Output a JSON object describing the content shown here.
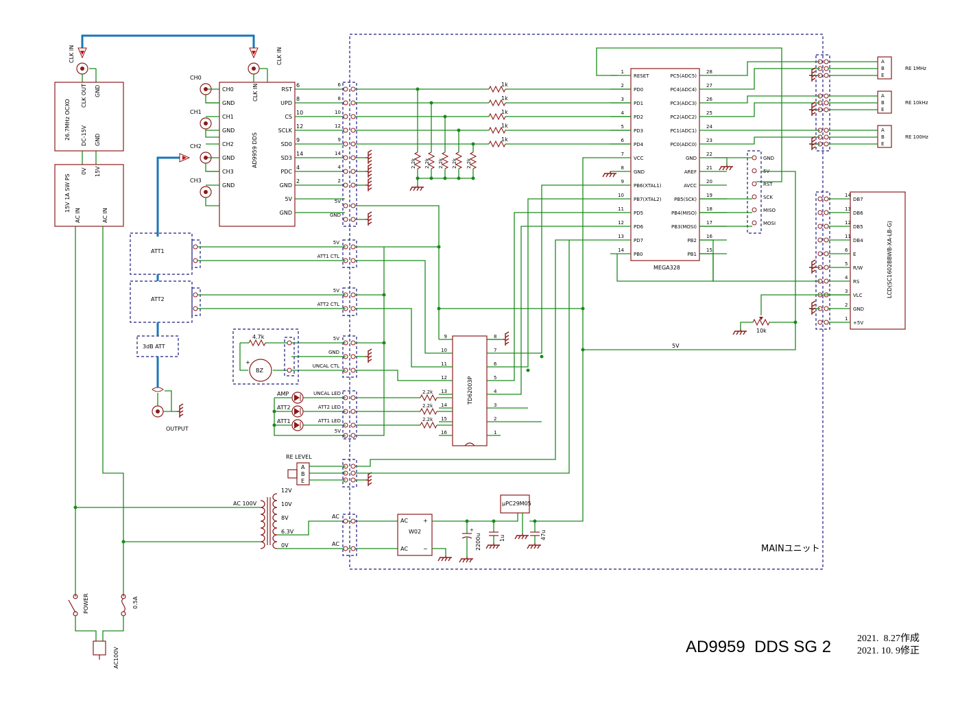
{
  "title": "AD9959  DDS SG 2",
  "date_created": "2021.  8.27作成",
  "date_revised": "2021. 10. 9修正",
  "main_unit_label": "MAINユニット",
  "colors": {
    "wire": "#1a8a1a",
    "coax": "#1976b8",
    "component": "#8b1a1a",
    "frame": "#1a1a80"
  },
  "ocxo": {
    "l1": "26.7MHz OCXO",
    "l2": "CLK OUT",
    "l3": "GND",
    "l4": "DC-15V",
    "l5": "GND",
    "clk_in": "CLK IN"
  },
  "ps": {
    "l1": "15V 1A SW PS",
    "l2": "0V",
    "l3": "15V",
    "l4": "AC IN",
    "l5": "AC IN"
  },
  "dds": {
    "name": "AD9959 DDS",
    "left": [
      "CH0",
      "GND",
      "CH1",
      "GND",
      "CH2",
      "GND",
      "CH3",
      "GND"
    ],
    "ch_labels": [
      "CH0",
      "CH1",
      "CH2",
      "CH3"
    ],
    "clk_in": "CLK IN",
    "right": [
      "RST",
      "UPD",
      "CS",
      "SCLK",
      "SD0",
      "SD3",
      "PDC",
      "GND",
      "5V",
      "GND"
    ],
    "right_pins": [
      "6",
      "8",
      "10",
      "12",
      "9",
      "14",
      "4",
      "2",
      "",
      ""
    ]
  },
  "conn1_labels": [
    "6",
    "8",
    "10",
    "12",
    "9",
    "14",
    "4",
    "2",
    "5V",
    "GND"
  ],
  "res_1k": [
    "1k",
    "1k",
    "1k",
    "1k",
    "1k"
  ],
  "res_22k": [
    "2.2k",
    "2.2k",
    "2.2k",
    "2.2k",
    "2.2k"
  ],
  "att": {
    "att1": "ATT1",
    "att2": "ATT2",
    "att3db": "3dB ATT",
    "output": "OUTPUT"
  },
  "conn2_labels": [
    "5V",
    "ATT1 CTL",
    "5V",
    "ATT2 CTL"
  ],
  "buzzer": {
    "res": "4.7k",
    "bz": "BZ",
    "plus": "+",
    "labels": [
      "5V",
      "GND",
      "UNCAL CTL"
    ]
  },
  "leds": {
    "names": [
      "AMP",
      "ATT2",
      "ATT1"
    ],
    "labels": [
      "UNCAL LED",
      "ATT2 LED",
      "ATT1 LED",
      "5V"
    ],
    "res": [
      "2.2k",
      "2.2k",
      "2.2k"
    ]
  },
  "tdg": {
    "name": "TD62003P",
    "left": [
      "9",
      "10",
      "11",
      "12",
      "13",
      "14",
      "15",
      "16"
    ],
    "right": [
      "8",
      "7",
      "6",
      "5",
      "4",
      "3",
      "2",
      "1"
    ]
  },
  "re_level": {
    "label": "RE  LEVEL",
    "pins": [
      "A",
      "B",
      "E"
    ]
  },
  "mega": {
    "name": "MEGA328",
    "lnum": [
      "1",
      "2",
      "3",
      "4",
      "5",
      "6",
      "7",
      "8",
      "9",
      "10",
      "11",
      "12",
      "13",
      "14"
    ],
    "lname": [
      "RESET",
      "PD0",
      "PD1",
      "PD2",
      "PD3",
      "PD4",
      "VCC",
      "GND",
      "PB6(XTAL1)",
      "PB7(XTAL2)",
      "PD5",
      "PD6",
      "PD7",
      "PB0"
    ],
    "rnum": [
      "28",
      "27",
      "26",
      "25",
      "24",
      "23",
      "22",
      "21",
      "20",
      "19",
      "18",
      "17",
      "16",
      "15"
    ],
    "rname": [
      "PC5(ADC5)",
      "PC4(ADC4)",
      "PC3(ADC3)",
      "PC2(ADC2)",
      "PC1(ADC1)",
      "PC0(ADC0)",
      "GND",
      "AREF",
      "AVCC",
      "PB5(SCK)",
      "PB4(MISO)",
      "PB3(MOSI)",
      "PB2",
      "PB1"
    ]
  },
  "isp": {
    "labels": [
      "GND",
      "5V",
      "RST",
      "SCK",
      "MISO",
      "MOSI"
    ]
  },
  "encoders": [
    {
      "label": "RE  1MHz",
      "pins": [
        "A",
        "B",
        "E"
      ]
    },
    {
      "label": "RE  10kHz",
      "pins": [
        "A",
        "B",
        "E"
      ]
    },
    {
      "label": "RE  100Hz",
      "pins": [
        "A",
        "B",
        "E"
      ]
    }
  ],
  "lcd": {
    "name": "LCD(SC1602BBWB-XA-LB-G)",
    "nums": [
      "14",
      "13",
      "12",
      "11",
      "6",
      "5",
      "4",
      "3",
      "2",
      "1"
    ],
    "labels": [
      "DB7",
      "DB6",
      "DB5",
      "DB4",
      "E",
      "R/W",
      "RS",
      "VLC",
      "GND",
      "+5V"
    ],
    "pot": "10k",
    "v5": "5V"
  },
  "transformer": {
    "taps": [
      "12V",
      "10V",
      "8V",
      "6.3V",
      "0V"
    ],
    "primary": "AC 100V"
  },
  "power": {
    "ac_labels": [
      "AC",
      "AC"
    ],
    "bridge": "W02",
    "bridge_pins": [
      "AC",
      "AC",
      "+",
      "−"
    ],
    "cap1": "2200u",
    "cap2": "1u",
    "cap3": "47u",
    "reg": "μPC29M05",
    "plus": "+"
  },
  "mains": {
    "power": "POWER",
    "fuse": "0.5A",
    "plug": "AC100V"
  }
}
